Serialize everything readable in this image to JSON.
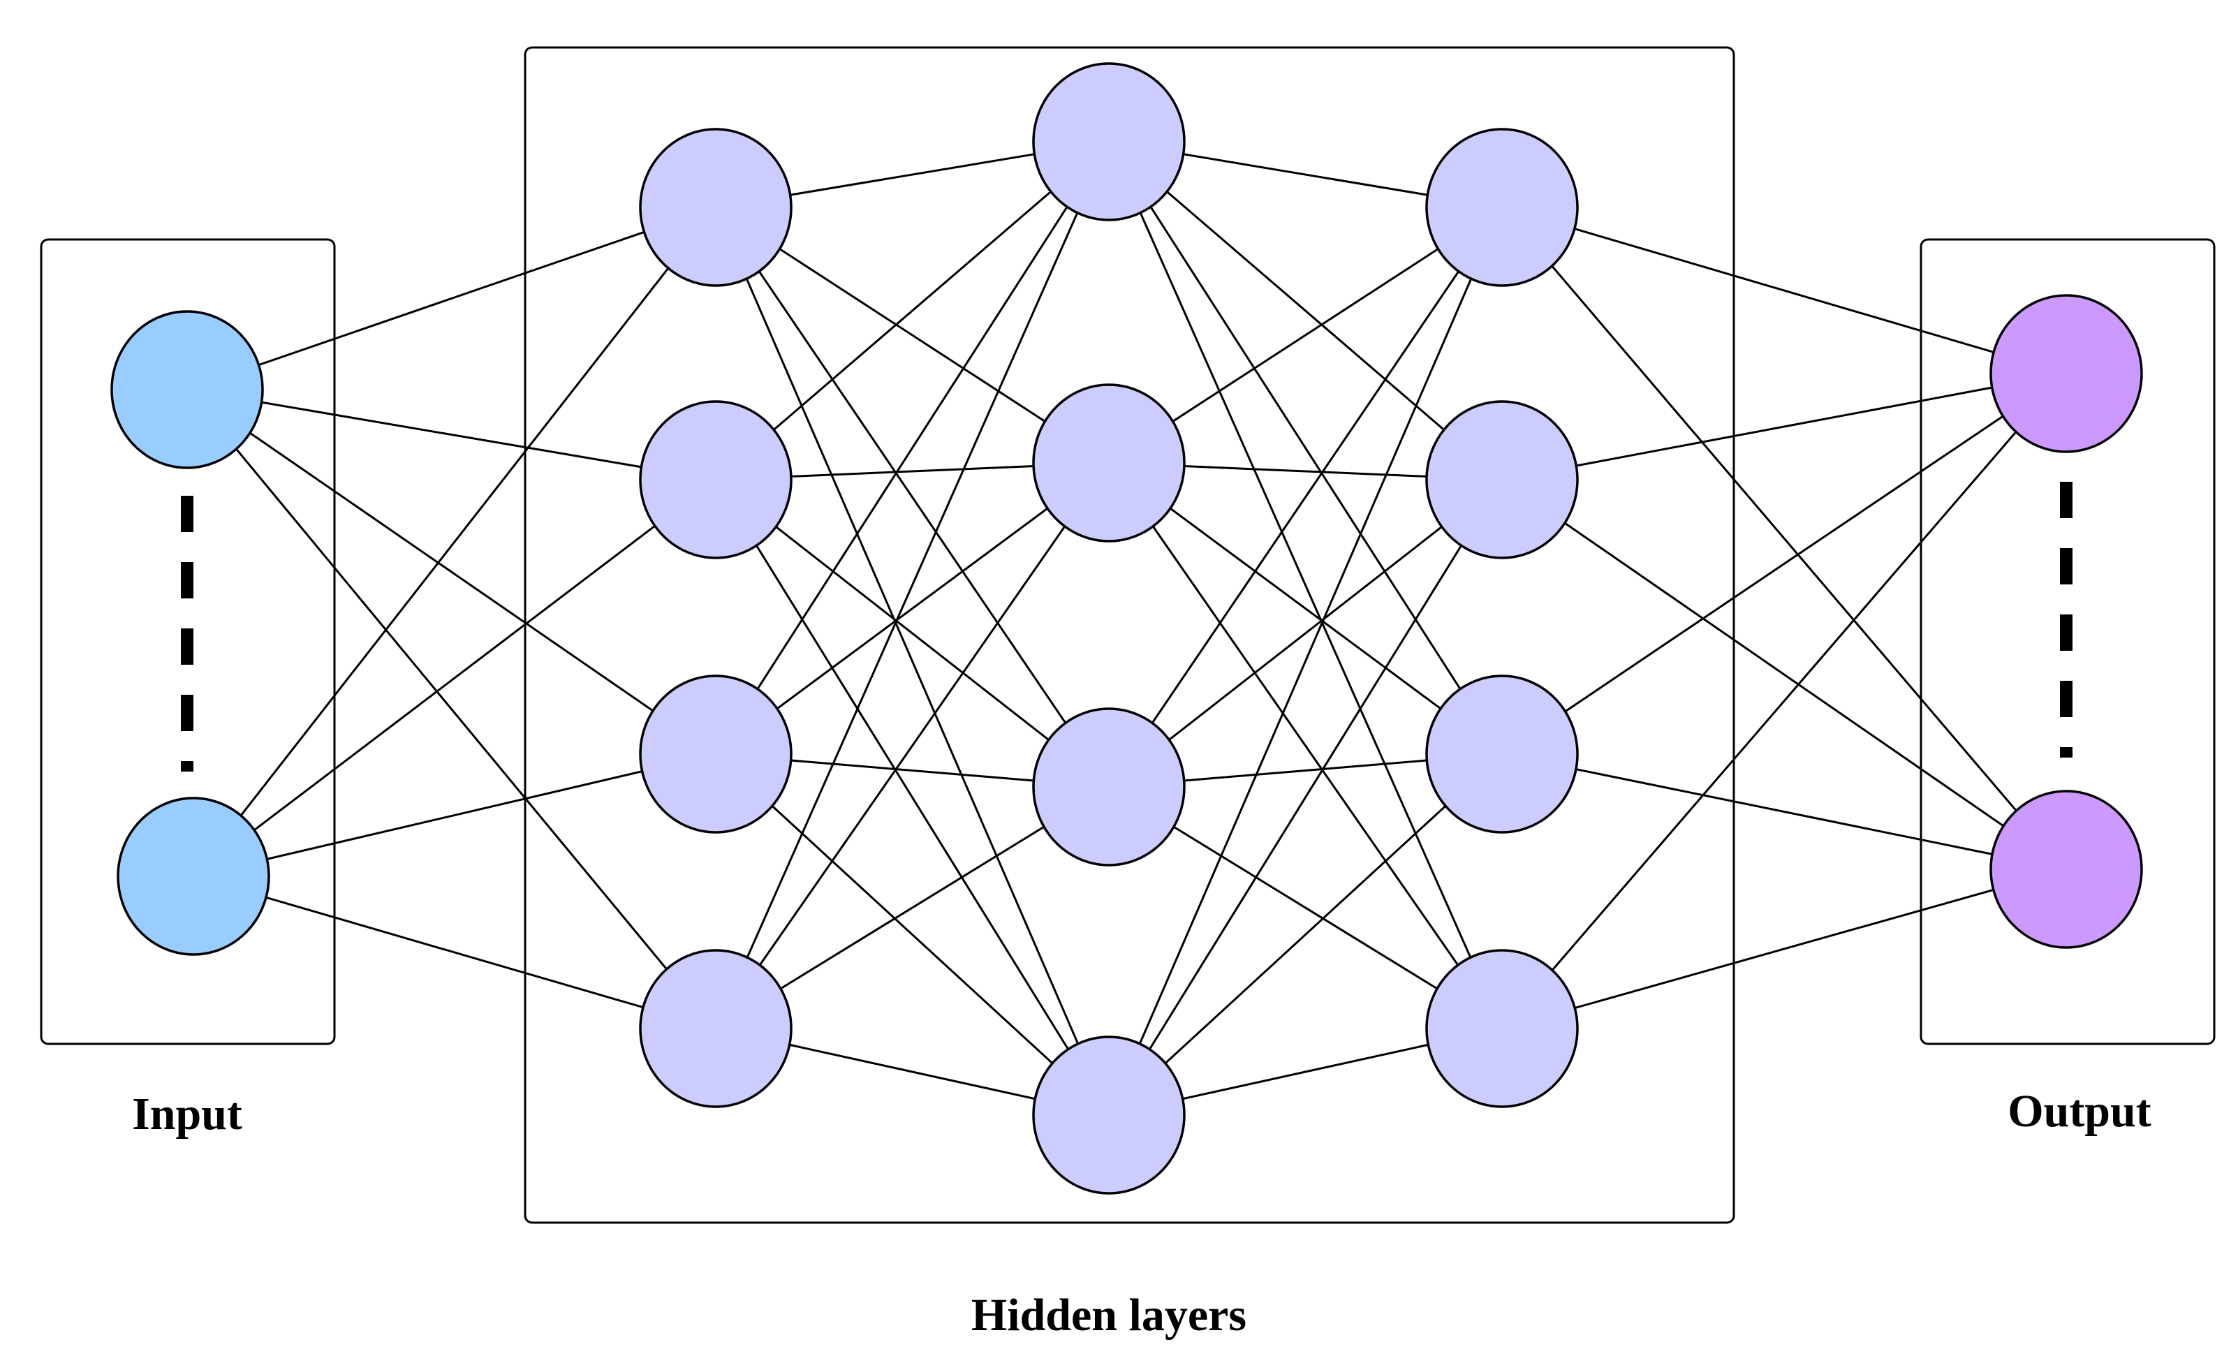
{
  "labels": {
    "input": "Input",
    "hidden": "Hidden layers",
    "output": "Output"
  },
  "colors": {
    "input_node": "#99ccff",
    "hidden_node": "#ccccff",
    "output_node": "#cc99ff",
    "edge": "#000000",
    "background": "#ffffff"
  },
  "network": {
    "layers": [
      {
        "name": "input",
        "nodes_drawn": 2,
        "ellipsis_between_nodes": true
      },
      {
        "name": "hidden-1",
        "nodes_drawn": 4
      },
      {
        "name": "hidden-2",
        "nodes_drawn": 4
      },
      {
        "name": "hidden-3",
        "nodes_drawn": 4
      },
      {
        "name": "output",
        "nodes_drawn": 2,
        "ellipsis_between_nodes": true
      }
    ],
    "connectivity": "fully-connected"
  }
}
